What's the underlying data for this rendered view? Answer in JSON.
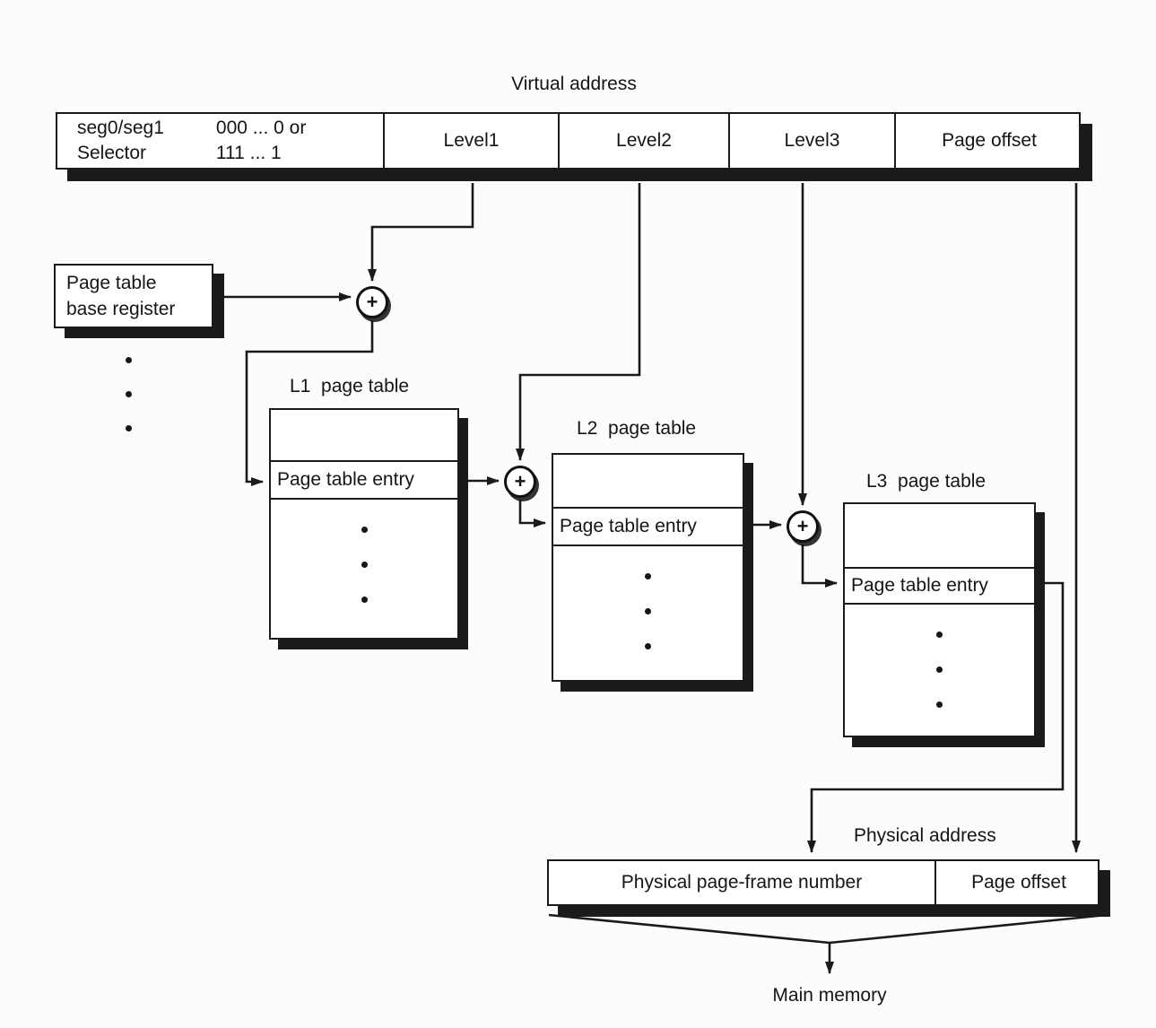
{
  "diagram": {
    "virtual_address": {
      "title": "Virtual address",
      "selector_label_line1": "seg0/seg1",
      "selector_label_line2": "Selector",
      "selector_value_line1": "000 ... 0 or",
      "selector_value_line2": "111 ... 1",
      "fields": [
        "Level1",
        "Level2",
        "Level3",
        "Page offset"
      ]
    },
    "page_table_base_register": {
      "line1": "Page table",
      "line2": "base register"
    },
    "adder_symbol": "+",
    "page_tables": [
      {
        "label": "L1  page table",
        "entry": "Page table entry"
      },
      {
        "label": "L2  page table",
        "entry": "Page table entry"
      },
      {
        "label": "L3  page table",
        "entry": "Page table entry"
      }
    ],
    "physical_address": {
      "title": "Physical address",
      "fields": [
        "Physical page-frame number",
        "Page offset"
      ]
    },
    "main_memory": "Main memory",
    "line_color": "#1a1a1a"
  }
}
